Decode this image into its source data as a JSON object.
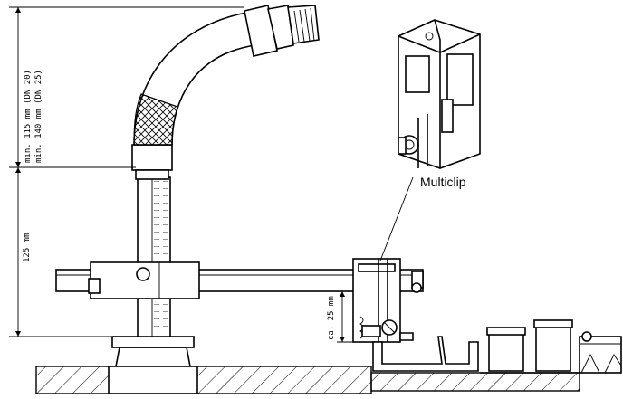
{
  "labels": {
    "multiclip": "Multiclip",
    "dim_min_115": "min. 115 mm (DN 20)",
    "dim_min_140": "min. 140 mm (DN 25)",
    "dim_125": "125 mm",
    "dim_ca25": "ca. 25 mm"
  }
}
